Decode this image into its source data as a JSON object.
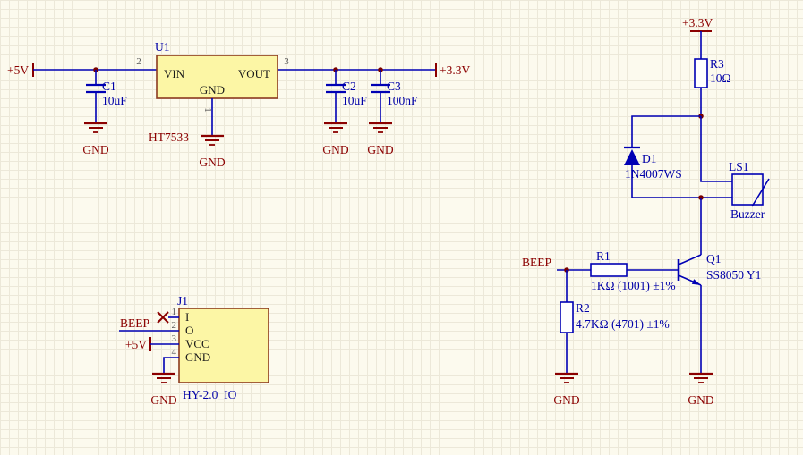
{
  "schematic": {
    "colors": {
      "background": "#FCFAEE",
      "grid_line": "#ECE8D9",
      "wire": "#0000B4",
      "component_fill": "#FCF6A5",
      "component_border": "#8B3A1E",
      "net_label": "#8B0000",
      "designator": "#0000A8",
      "pin_name": "#1a1a1a",
      "pin_number": "#5a5a5a",
      "ground_symbol": "#8B0000",
      "junction": "#7A0000"
    },
    "nets": {
      "p5v": "+5V",
      "p3v3": "+3.3V",
      "beep": "BEEP",
      "gnd": "GND"
    },
    "components": {
      "u1": {
        "ref": "U1",
        "part": "HT7533",
        "pins": {
          "vin": "VIN",
          "vout": "VOUT",
          "gnd": "GND"
        },
        "pin_numbers": {
          "vin": "2",
          "vout": "3",
          "gnd": "1"
        }
      },
      "c1": {
        "ref": "C1",
        "value": "10uF"
      },
      "c2": {
        "ref": "C2",
        "value": "10uF"
      },
      "c3": {
        "ref": "C3",
        "value": "100nF"
      },
      "j1": {
        "ref": "J1",
        "part": "HY-2.0_IO",
        "pin_numbers": [
          "1",
          "2",
          "3",
          "4"
        ],
        "pin_names": [
          "I",
          "O",
          "VCC",
          "GND"
        ]
      },
      "r1": {
        "ref": "R1",
        "value": "1KΩ (1001) ±1%"
      },
      "r2": {
        "ref": "R2",
        "value": "4.7KΩ (4701) ±1%"
      },
      "r3": {
        "ref": "R3",
        "value": "10Ω"
      },
      "d1": {
        "ref": "D1",
        "value": "1N4007WS"
      },
      "ls1": {
        "ref": "LS1",
        "value": "Buzzer"
      },
      "q1": {
        "ref": "Q1",
        "value": "SS8050 Y1"
      }
    }
  }
}
